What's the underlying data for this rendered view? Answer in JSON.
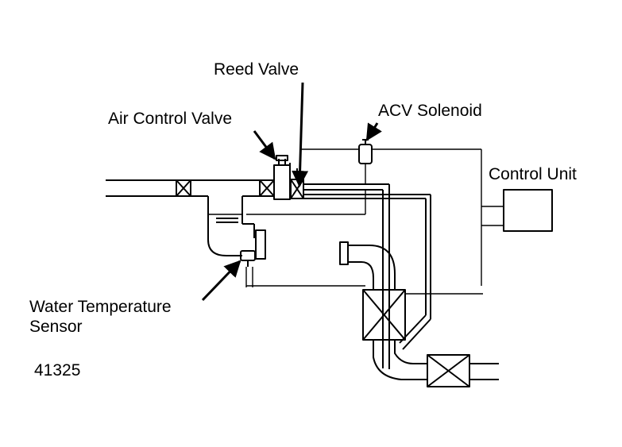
{
  "labels": {
    "reed_valve": "Reed Valve",
    "air_control_valve": "Air Control Valve",
    "acv_solenoid": "ACV Solenoid",
    "control_unit": "Control Unit",
    "water_temp_line1": "Water Temperature",
    "water_temp_line2": "Sensor",
    "figure_number": "41325"
  },
  "colors": {
    "line": "#000000",
    "background": "#ffffff"
  }
}
